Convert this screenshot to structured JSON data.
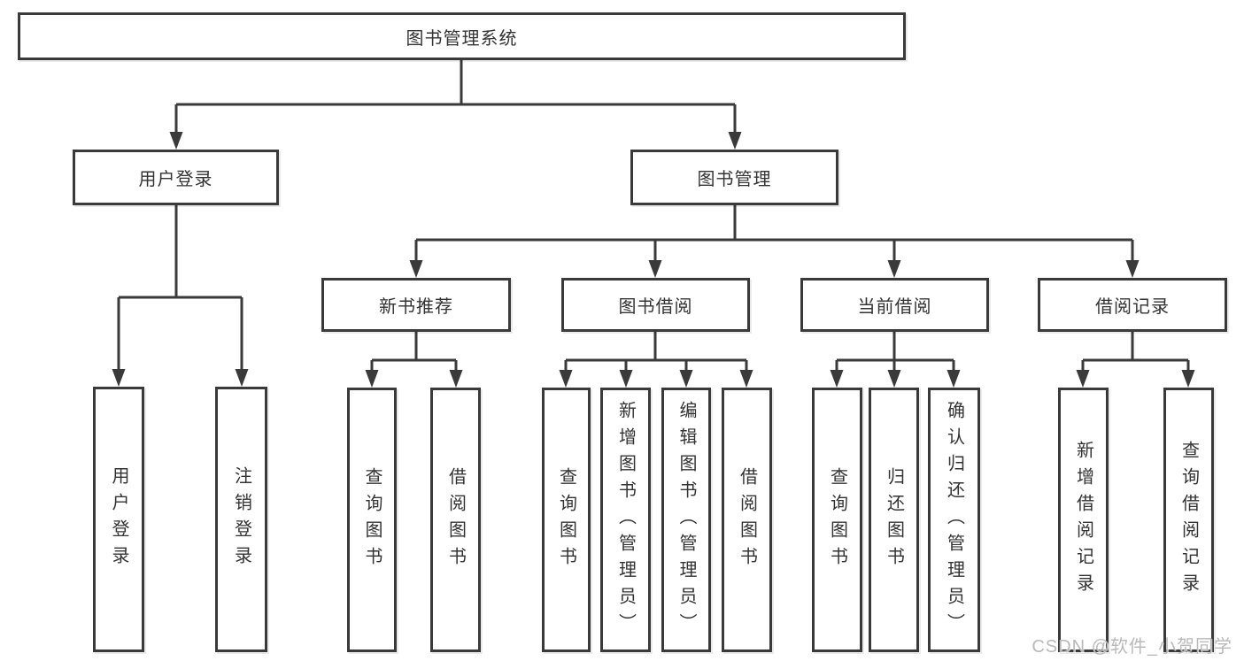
{
  "diagram": {
    "type": "hierarchy-tree",
    "root": {
      "label": "图书管理系统"
    },
    "level2": [
      {
        "label": "用户登录"
      },
      {
        "label": "图书管理"
      }
    ],
    "level3": [
      {
        "label": "新书推荐"
      },
      {
        "label": "图书借阅"
      },
      {
        "label": "当前借阅"
      },
      {
        "label": "借阅记录"
      }
    ],
    "leaves": {
      "user_login": [
        {
          "label": "用户登录"
        },
        {
          "label": "注销登录"
        }
      ],
      "new_book": [
        {
          "label": "查询图书"
        },
        {
          "label": "借阅图书"
        }
      ],
      "book_borrow": [
        {
          "label": "查询图书"
        },
        {
          "label": "新增图书（管理员）"
        },
        {
          "label": "编辑图书（管理员）"
        },
        {
          "label": "借阅图书"
        }
      ],
      "current_borrow": [
        {
          "label": "查询图书"
        },
        {
          "label": "归还图书"
        },
        {
          "label": "确认归还（管理员）"
        }
      ],
      "borrow_records": [
        {
          "label": "新增借阅记录"
        },
        {
          "label": "查询借阅记录"
        }
      ]
    }
  },
  "watermark": {
    "text": "CSDN @软件_小贺同学"
  },
  "colors": {
    "line": "#3a3a3a",
    "text": "#333333",
    "background": "#ffffff",
    "watermark": "#b9b9b9"
  }
}
